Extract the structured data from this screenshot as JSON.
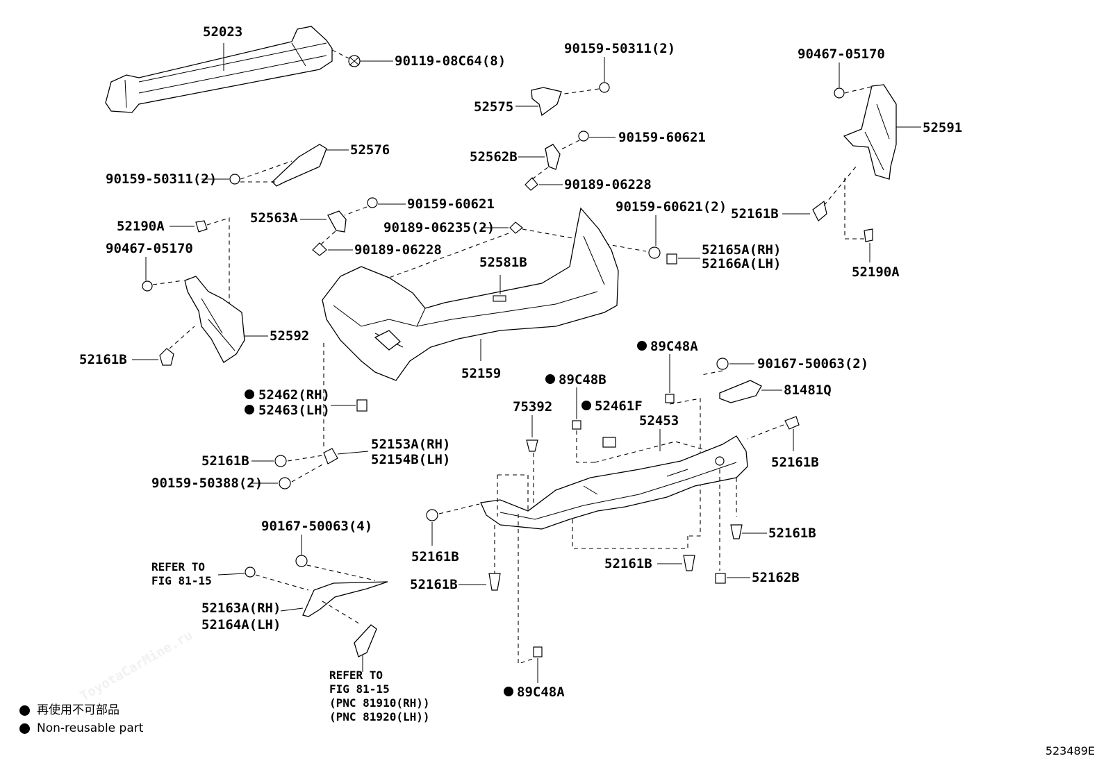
{
  "watermark": "ToyotaCarMine.ru",
  "diagram_code": "523489E",
  "legend": [
    {
      "text": "再使用不可部品"
    },
    {
      "text": "Non-reusable part"
    }
  ],
  "labels": {
    "p52023": "52023",
    "p90119": "90119-08C64(8)",
    "p90159a": "90159-50311(2)",
    "p52575": "52575",
    "p90467a": "90467-05170",
    "p52591": "52591",
    "p52576": "52576",
    "p90159b": "90159-50311(2)",
    "p52562B": "52562B",
    "p90159c": "90159-60621",
    "p90189a": "90189-06228",
    "p52161Ba": "52161B",
    "p52190Aa": "52190A",
    "p52563A": "52563A",
    "p90159d": "90159-60621",
    "p90189b": "90189-06235(2)",
    "p90159e": "90159-60621(2)",
    "p52190Ab": "52190A",
    "p90467b": "90467-05170",
    "p90189c": "90189-06228",
    "p52581B": "52581B",
    "p52165A": "52165A(RH)",
    "p52166A": "52166A(LH)",
    "p52592": "52592",
    "p52161Bb": "52161B",
    "p52159": "52159",
    "p89C48Aa": "89C48A",
    "p90167a": "90167-50063(2)",
    "p81481Q": "81481Q",
    "p52462": "52462(RH)",
    "p52463": "52463(LH)",
    "p89C48B": "89C48B",
    "p75392": "75392",
    "p52461F": "52461F",
    "p52453": "52453",
    "p52161Bc": "52161B",
    "p52153A": "52153A(RH)",
    "p52154B": "52154B(LH)",
    "p52161Bd": "52161B",
    "p90159f": "90159-50388(2)",
    "p90167b": "90167-50063(4)",
    "p52161Be": "52161B",
    "p52161Bf": "52161B",
    "p52161Bg": "52161B",
    "p52161Bh": "52161B",
    "p52162B": "52162B",
    "refer1a": "REFER TO",
    "refer1b": "FIG 81-15",
    "p52163A": "52163A(RH)",
    "p52164A": "52164A(LH)",
    "refer2a": "REFER TO",
    "refer2b": "FIG 81-15",
    "refer2c": "(PNC 81910(RH))",
    "refer2d": "(PNC 81920(LH))",
    "p89C48Ab": "89C48A"
  }
}
